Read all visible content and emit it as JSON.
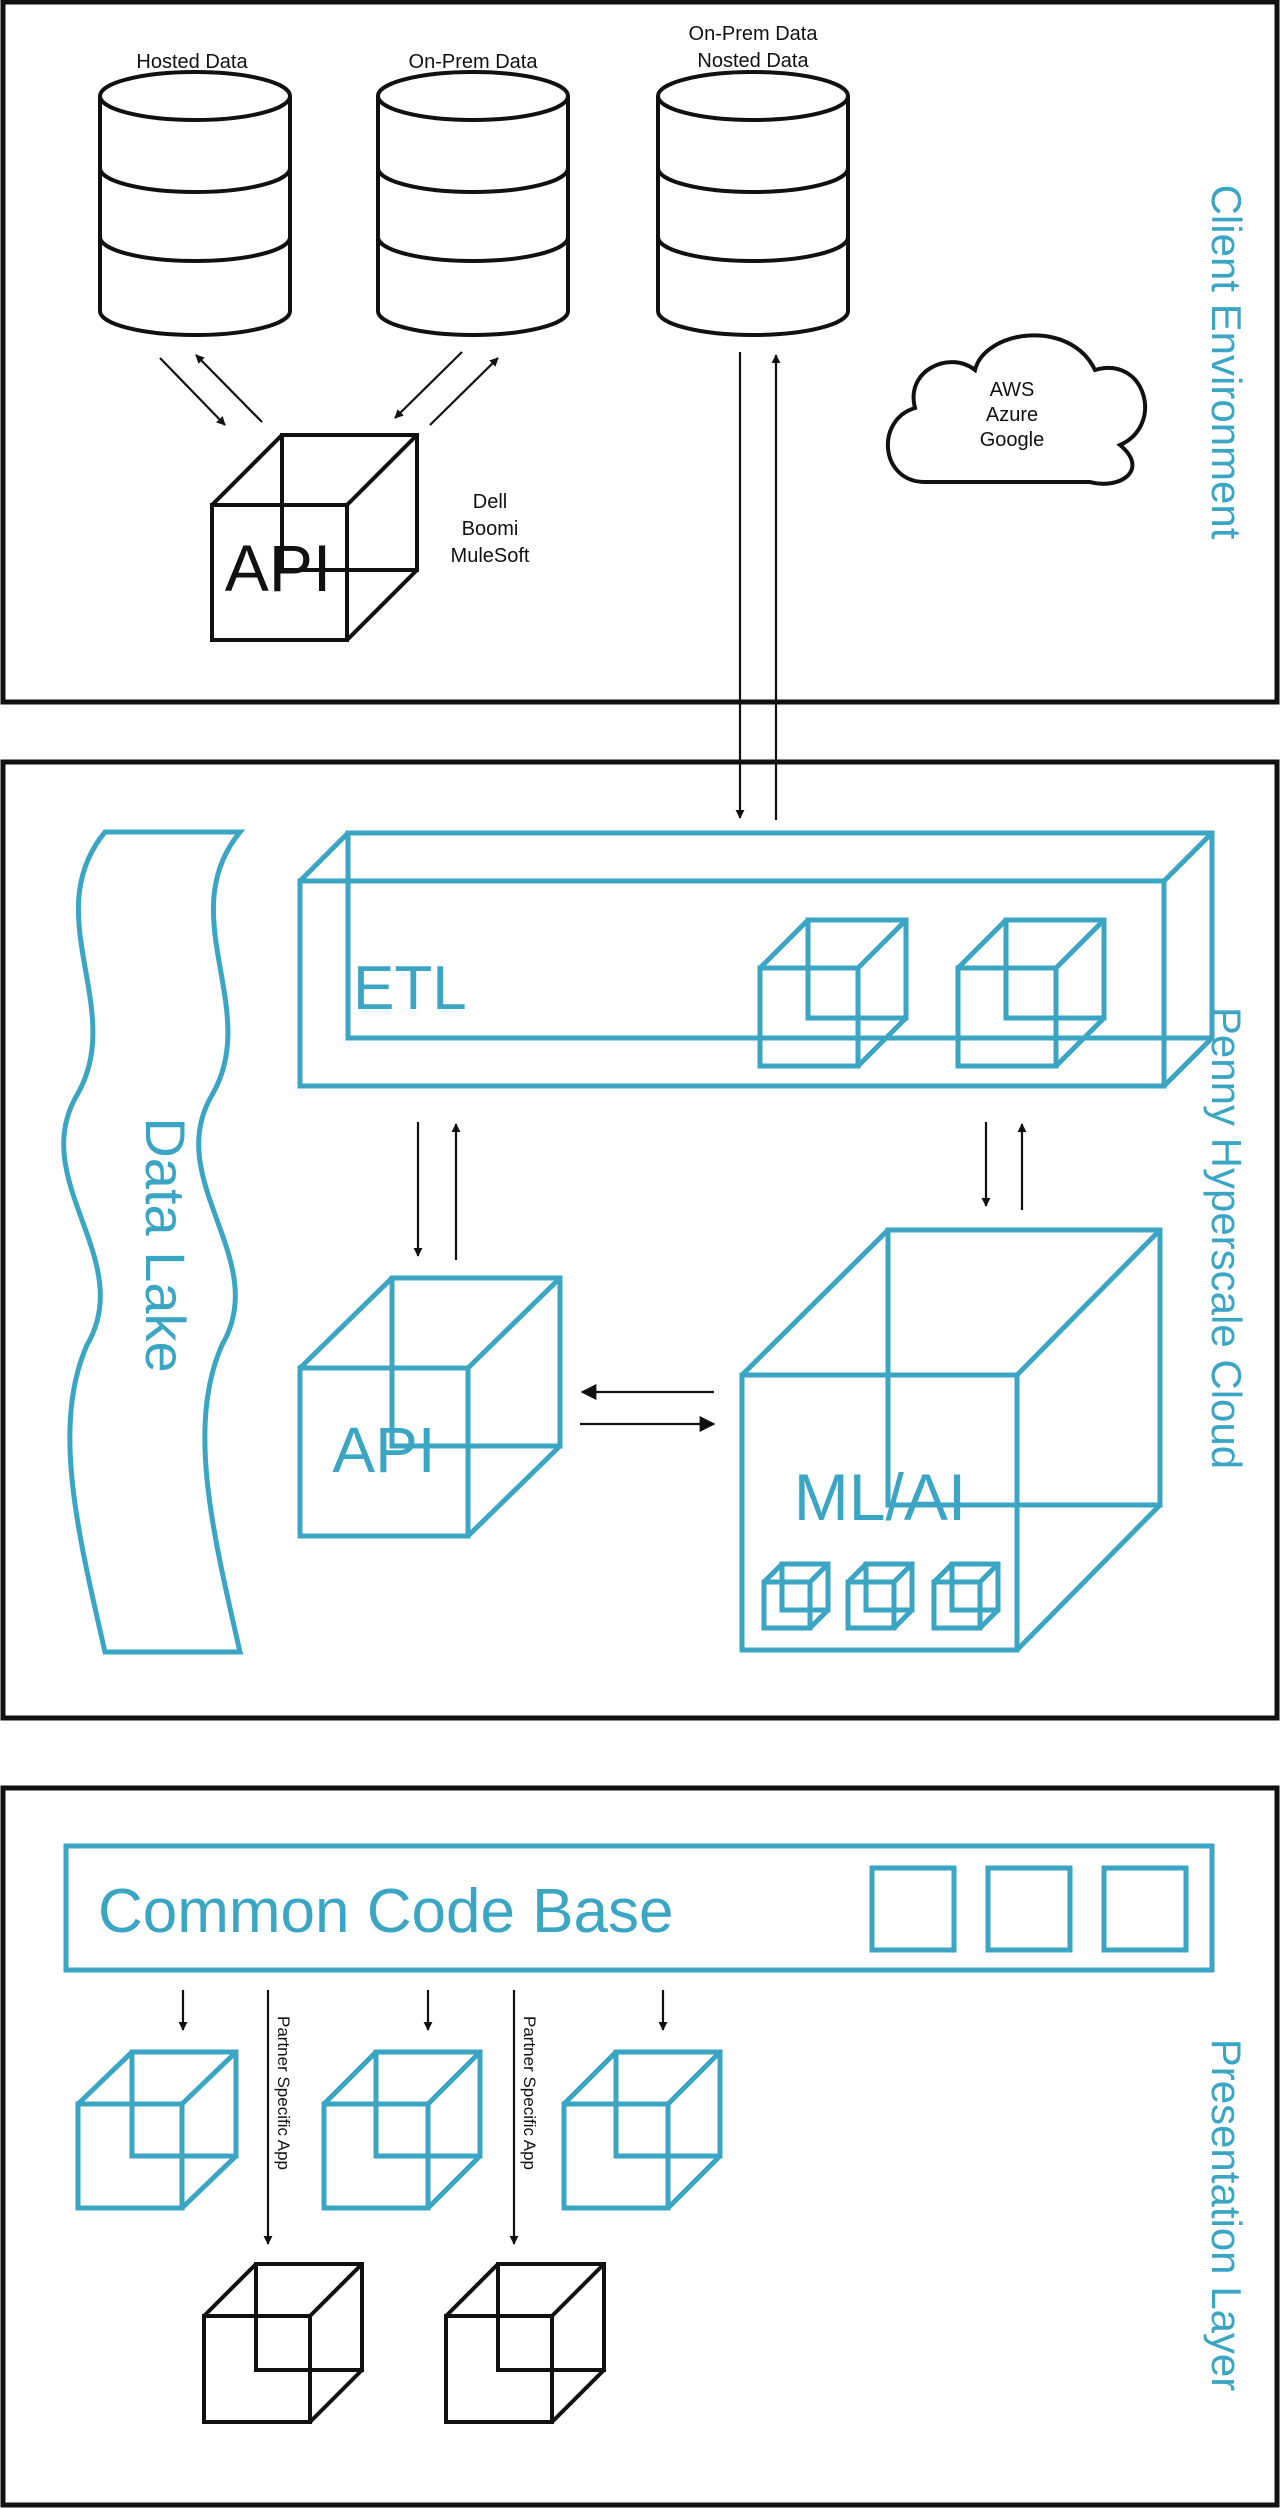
{
  "colors": {
    "accent": "#3aa6c4",
    "ink": "#111111",
    "background": "#ffffff"
  },
  "client_environment": {
    "section_label": "Client Environment",
    "databases": [
      {
        "label_lines": [
          "Hosted Data"
        ]
      },
      {
        "label_lines": [
          "On-Prem Data"
        ]
      },
      {
        "label_lines": [
          "On-Prem Data",
          "Nosted Data"
        ]
      }
    ],
    "api_box_label": "API",
    "api_vendors": [
      "Dell",
      "Boomi",
      "MuleSoft"
    ],
    "cloud_providers": [
      "AWS",
      "Azure",
      "Google"
    ],
    "cloud_icon": "cloud-icon",
    "database_icon": "database-cylinder-icon"
  },
  "hyperscale_cloud": {
    "section_label": "Penny Hyperscale Cloud",
    "data_lake_label": "Data Lake",
    "etl_label": "ETL",
    "api_label": "API",
    "ml_ai_label": "ML/AI",
    "cube_icon": "cube-icon"
  },
  "presentation_layer": {
    "section_label": "Presentation Layer",
    "common_code_base_label": "Common Code Base",
    "partner_app_labels": [
      "Partner Specific App",
      "Partner Specific App"
    ]
  }
}
